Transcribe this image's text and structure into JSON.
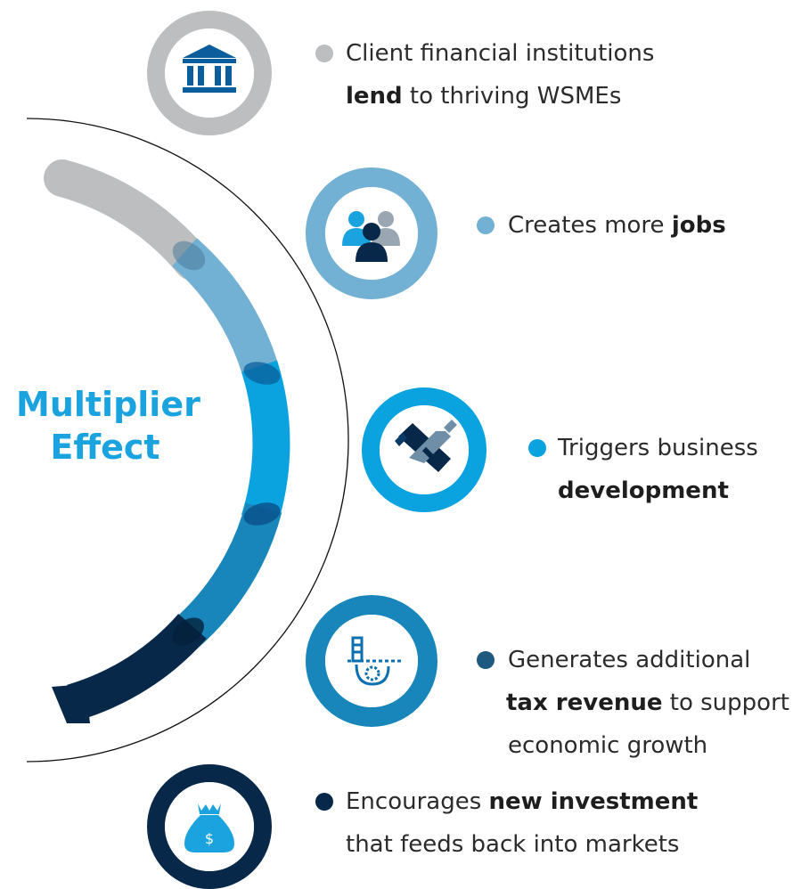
{
  "title": {
    "line1": "Multiplier",
    "line2": "Effect"
  },
  "colors": {
    "grey": "#bcbec0",
    "light_blue": "#72b0d4",
    "bright_blue": "#0aa3e0",
    "mid_blue": "#1886ba",
    "navy": "#08284a",
    "title_blue": "#1aa3df"
  },
  "items": [
    {
      "icon": "bank-icon",
      "color": "#bcbec0",
      "lines": [
        {
          "pre": "Client financial institutions",
          "bold": "",
          "post": ""
        },
        {
          "pre": "",
          "bold": "lend",
          "post": " to thriving WSMEs"
        }
      ]
    },
    {
      "icon": "people-icon",
      "color": "#72b0d4",
      "lines": [
        {
          "pre": "Creates more ",
          "bold": "jobs",
          "post": ""
        }
      ]
    },
    {
      "icon": "handshake-icon",
      "color": "#0aa3e0",
      "lines": [
        {
          "pre": "Triggers business",
          "bold": "",
          "post": ""
        },
        {
          "pre": "",
          "bold": "development",
          "post": ""
        }
      ]
    },
    {
      "icon": "tax-revenue-icon",
      "color": "#1886ba",
      "lines": [
        {
          "pre": "Generates additional",
          "bold": "",
          "post": ""
        },
        {
          "pre": "",
          "bold": "tax revenue",
          "post": " to support"
        },
        {
          "pre": "economic growth",
          "bold": "",
          "post": ""
        }
      ]
    },
    {
      "icon": "money-bag-icon",
      "color": "#08284a",
      "lines": [
        {
          "pre": "Encourages ",
          "bold": "new investment",
          "post": ""
        },
        {
          "pre": "that feeds back into markets",
          "bold": "",
          "post": ""
        }
      ]
    }
  ]
}
